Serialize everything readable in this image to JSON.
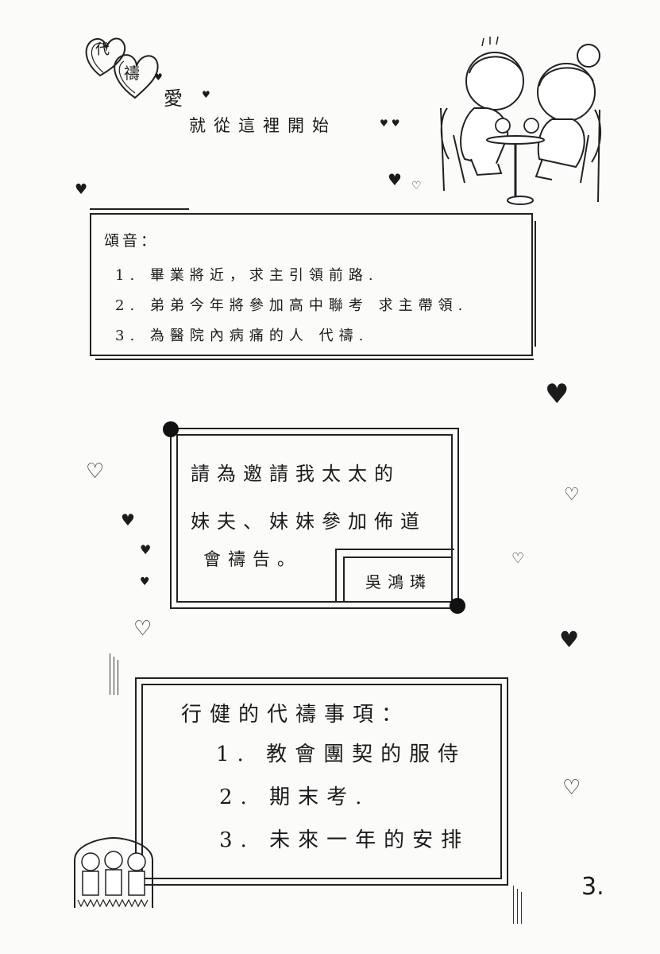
{
  "header": {
    "title_chars": [
      "代",
      "禱"
    ],
    "title_tail": "愛",
    "subtitle": "就從這裡開始"
  },
  "prayer_box_1": {
    "heading": "頌音：",
    "items": [
      "1. 畢業將近，求主引領前路.",
      "2. 弟弟今年將參加高中聯考 求主帶領.",
      "3. 為醫院內病痛的人 代禱."
    ]
  },
  "invitation": {
    "line1": "請為邀請我太太的",
    "line2": "妹夫、妹妹參加佈道",
    "line3": "會禱告。",
    "signature": "吳鴻璘"
  },
  "prayer_box_2": {
    "heading": "行健的代禱事項：",
    "items": [
      "1. 教會團契的服侍",
      "2. 期末考.",
      "3. 未來一年的安排"
    ]
  },
  "page_number": "3."
}
